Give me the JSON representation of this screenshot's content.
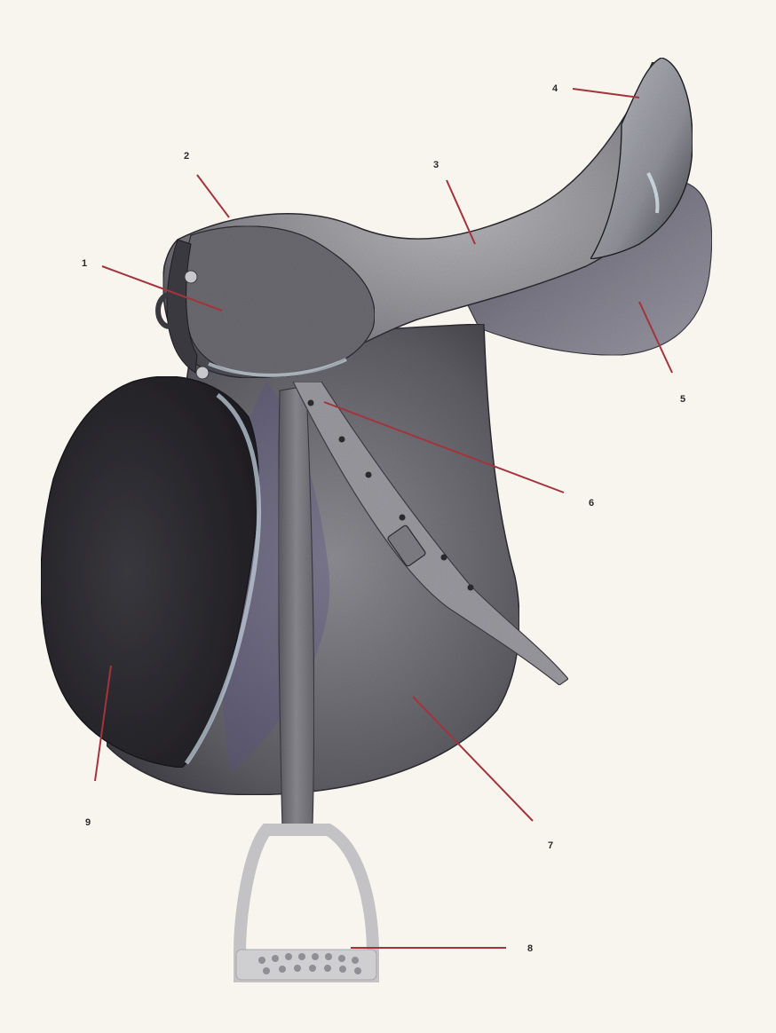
{
  "colors": {
    "paper": "#f7f5ee",
    "leader_line": "#a4343c",
    "leather_dark": "#2c2b30",
    "leather_mid": "#6d6c73",
    "leather_light": "#a9a8ad",
    "leather_highlight": "#c8d3dc",
    "purple_shade": "#5a4f84",
    "iron": "#c9c9c9"
  },
  "callouts": [
    {
      "id": "1",
      "label": "1"
    },
    {
      "id": "2",
      "label": "2"
    },
    {
      "id": "3",
      "label": "3"
    },
    {
      "id": "4",
      "label": "4"
    },
    {
      "id": "5",
      "label": "5"
    },
    {
      "id": "6",
      "label": "6"
    },
    {
      "id": "7",
      "label": "7"
    },
    {
      "id": "8",
      "label": "8"
    },
    {
      "id": "9",
      "label": "9"
    }
  ]
}
